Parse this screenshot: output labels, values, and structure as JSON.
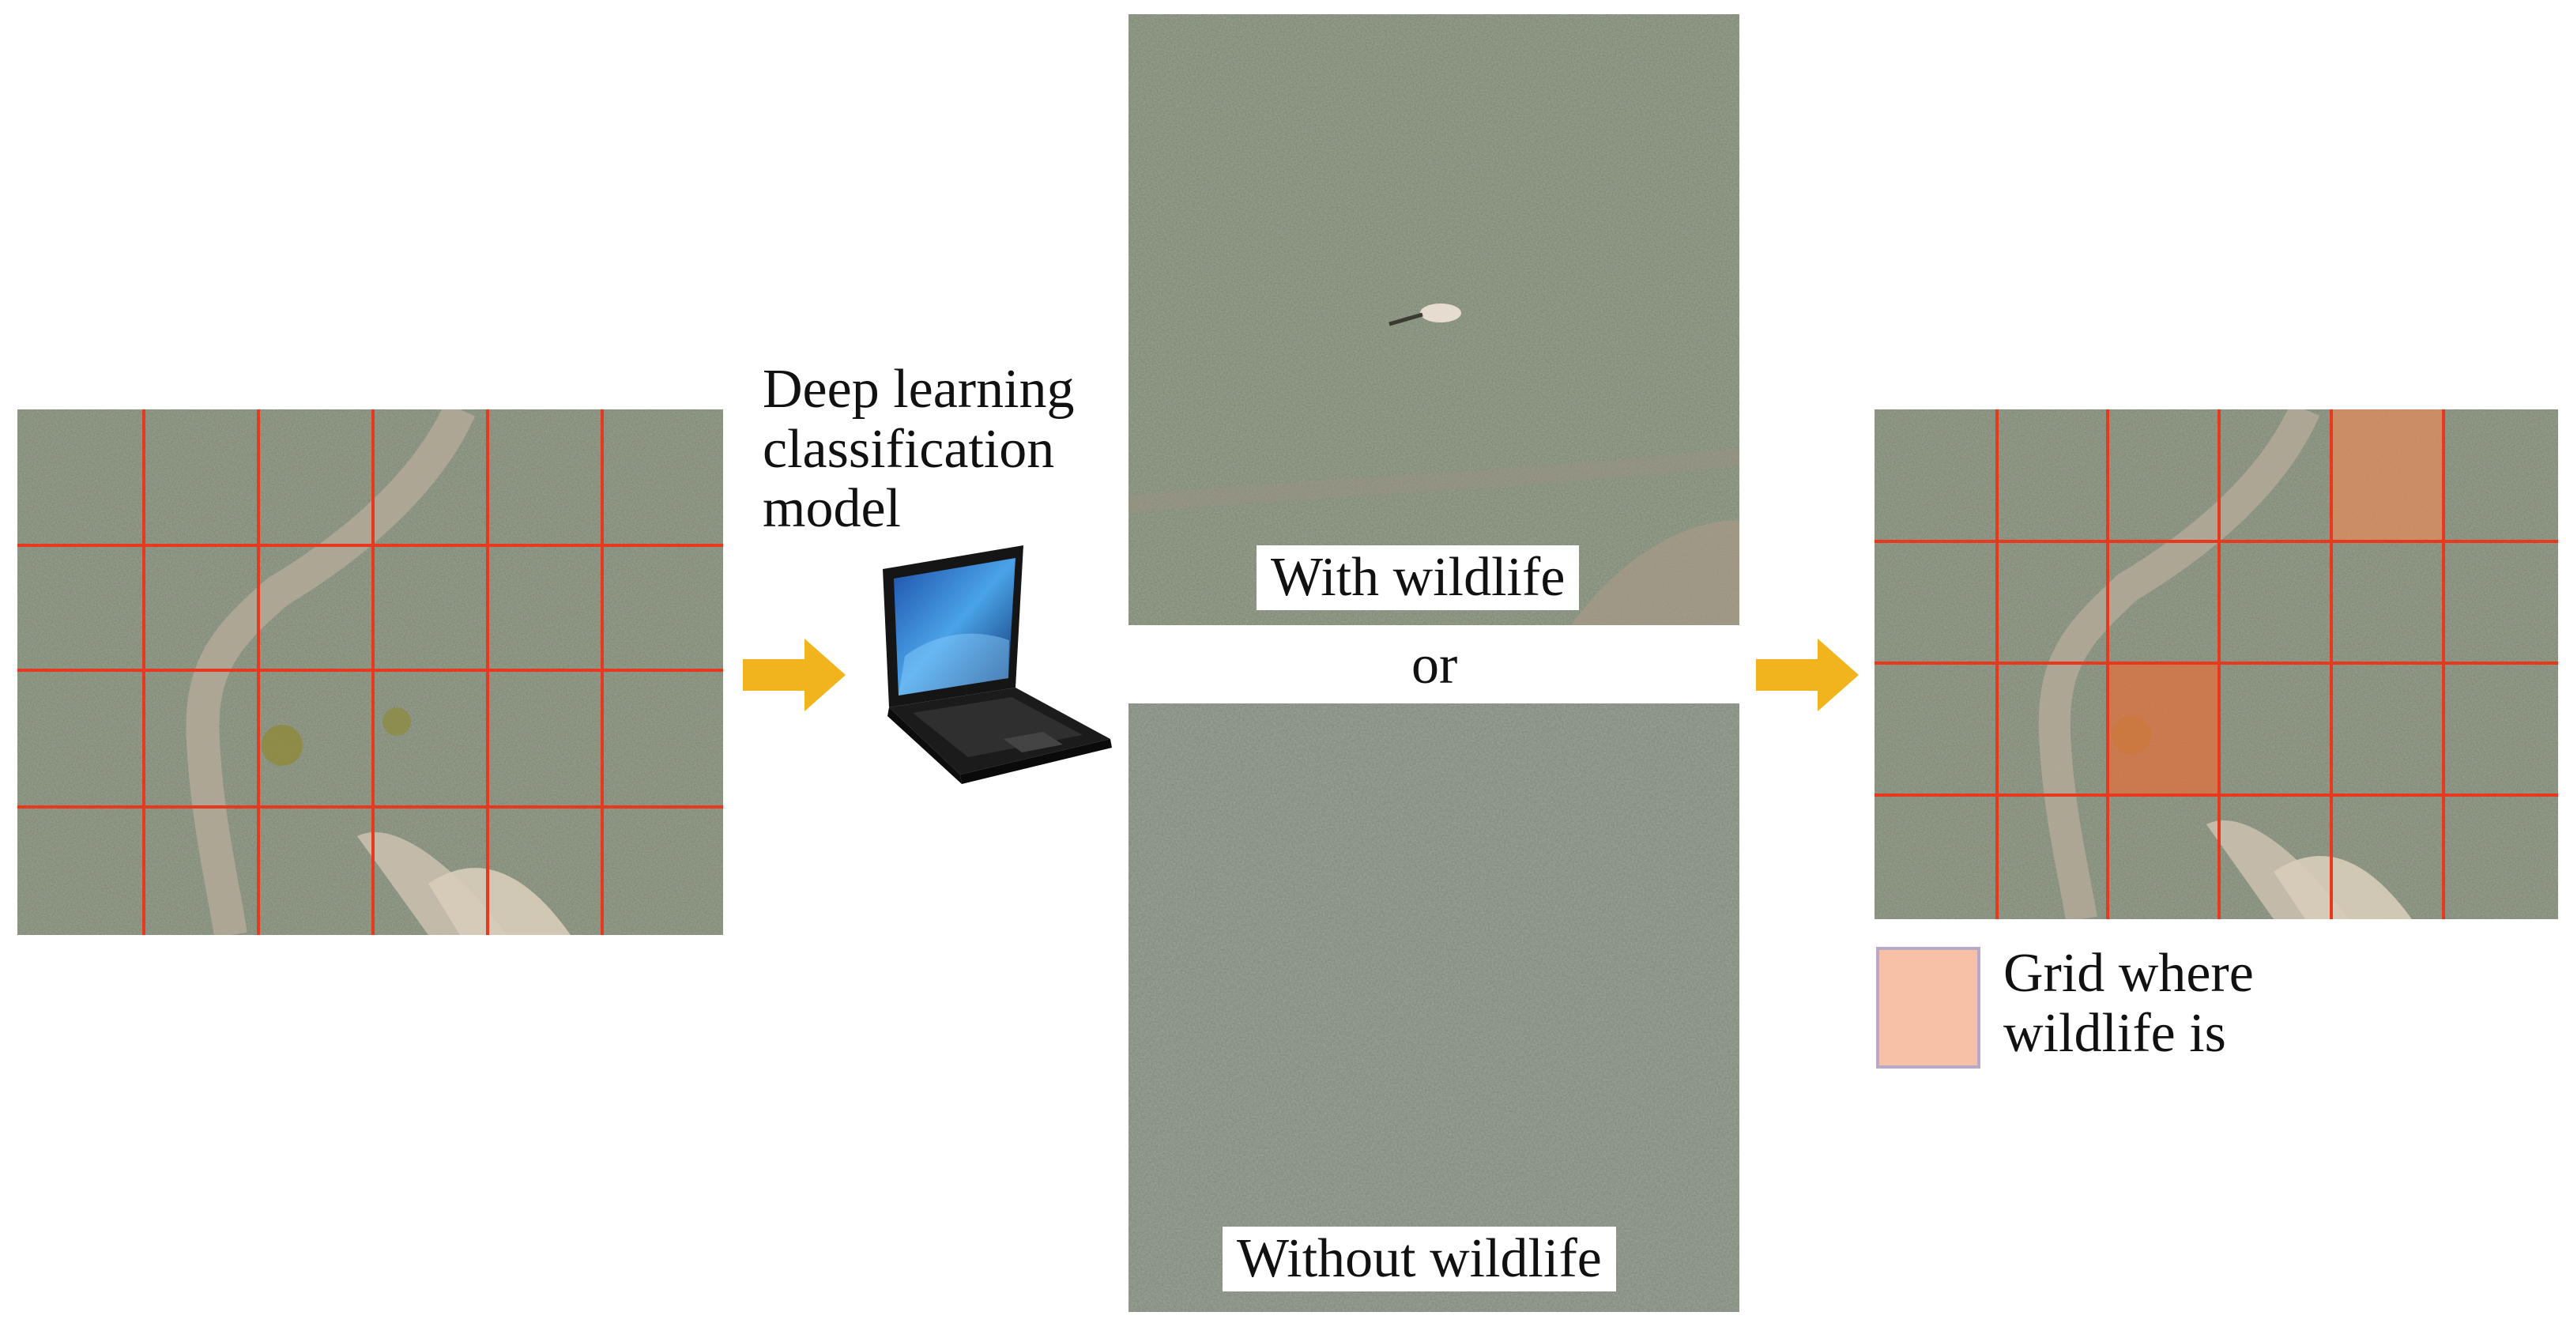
{
  "model_label": {
    "line1": "Deep learning",
    "line2": "classification",
    "line3": "model"
  },
  "with_caption": "With wildlife",
  "or_label": "or",
  "without_caption": "Without wildlife",
  "legend": {
    "line1": "Grid where",
    "line2": "wildlife is"
  },
  "colors": {
    "arrow": "#f1b41c",
    "grid": "#e8391e",
    "highlight": "#f3a27c",
    "legend_fill": "#f6c1a6",
    "legend_border": "#b9a9c9",
    "ground": "#7d8473"
  }
}
